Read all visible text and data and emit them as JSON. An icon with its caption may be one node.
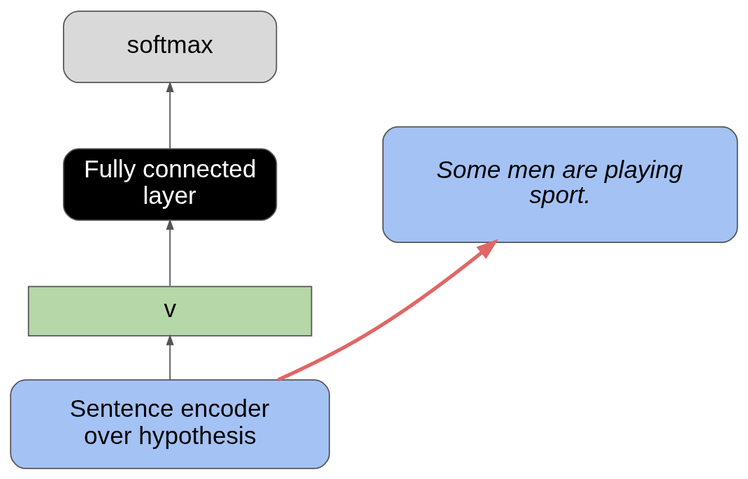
{
  "diagram": {
    "nodes": [
      {
        "text": [
          "softmax"
        ]
      },
      {
        "text": [
          "Fully connected layer"
        ]
      },
      {
        "text": [
          "v"
        ]
      },
      {
        "text": [
          "Some men are playing sport."
        ]
      },
      {
        "text": [
          "Sentence encoder over hypothesis"
        ]
      }
    ],
    "edges": [
      {
        "from": 4,
        "to": 2,
        "arrow": "to"
      },
      {
        "from": 2,
        "to": 1,
        "arrow": "to"
      },
      {
        "from": 1,
        "to": 0,
        "arrow": "to"
      },
      {
        "from": 4,
        "to": 3,
        "arrow": "to",
        "style": "thick",
        "color": "#e06666"
      }
    ]
  }
}
